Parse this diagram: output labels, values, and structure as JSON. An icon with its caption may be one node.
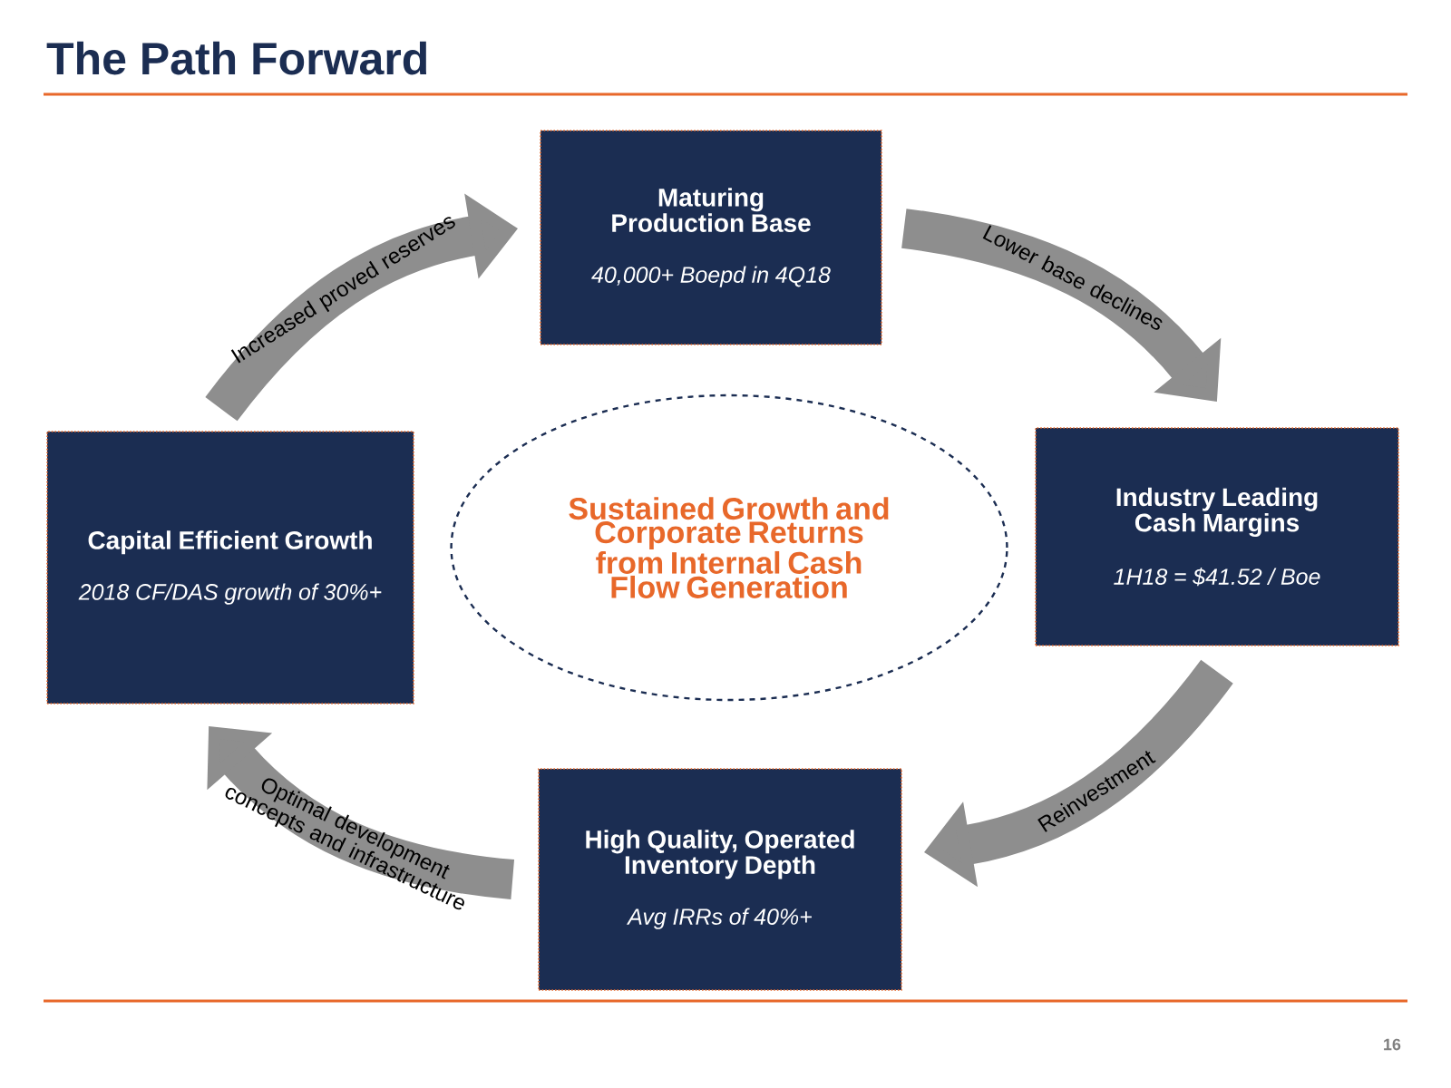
{
  "diagram": {
    "title": "The Path Forward",
    "nodes": [
      {
        "text": [
          "Maturing Production Base",
          "40,000+ Boepd in 4Q18"
        ]
      },
      {
        "text": [
          "Capital Efficient Growth",
          "2018 CF/DAS growth of 30%+"
        ]
      },
      {
        "text": [
          "Sustained Growth and Corporate Returns from Internal Cash Flow Generation"
        ]
      },
      {
        "text": [
          "Industry Leading Cash Margins",
          "1H18 = $41.52 / Boe"
        ]
      },
      {
        "text": [
          "High Quality, Operated Inventory Depth",
          "Avg IRRs of 40%+"
        ]
      }
    ],
    "edges": [
      {
        "from": 1,
        "to": 0,
        "arrow": "to",
        "label": "Increased proved reserves"
      },
      {
        "from": 0,
        "to": 3,
        "arrow": "to",
        "label": "Lower base declines"
      },
      {
        "from": 3,
        "to": 4,
        "arrow": "to",
        "label": "Reinvestment"
      },
      {
        "from": 4,
        "to": 1,
        "arrow": "to",
        "label": "Optimal development concepts and infrastructure"
      }
    ],
    "labels": [
      "16"
    ]
  }
}
